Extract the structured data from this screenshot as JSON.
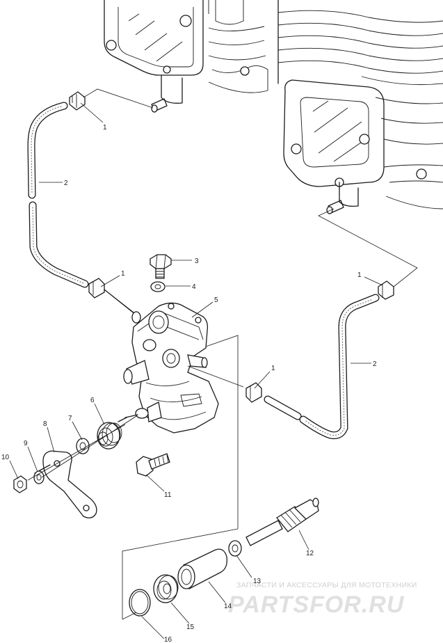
{
  "diagram": {
    "callouts": [
      {
        "id": "c1a",
        "label": "1"
      },
      {
        "id": "c2a",
        "label": "2"
      },
      {
        "id": "c3",
        "label": "3"
      },
      {
        "id": "c4",
        "label": "4"
      },
      {
        "id": "c1b",
        "label": "1"
      },
      {
        "id": "c5",
        "label": "5"
      },
      {
        "id": "c1c",
        "label": "1"
      },
      {
        "id": "c2b",
        "label": "2"
      },
      {
        "id": "c1d",
        "label": "1"
      },
      {
        "id": "c6",
        "label": "6"
      },
      {
        "id": "c7",
        "label": "7"
      },
      {
        "id": "c8",
        "label": "8"
      },
      {
        "id": "c9",
        "label": "9"
      },
      {
        "id": "c10",
        "label": "10"
      },
      {
        "id": "c11",
        "label": "11"
      },
      {
        "id": "c12",
        "label": "12"
      },
      {
        "id": "c13",
        "label": "13"
      },
      {
        "id": "c14",
        "label": "14"
      },
      {
        "id": "c15",
        "label": "15"
      },
      {
        "id": "c16",
        "label": "16"
      }
    ]
  },
  "watermark": {
    "line1": "ЗАПЧАСТИ И АКСЕССУАРЫ ДЛЯ МОТОТЕХНИКИ",
    "line2": "PARTSFOR.RU"
  }
}
